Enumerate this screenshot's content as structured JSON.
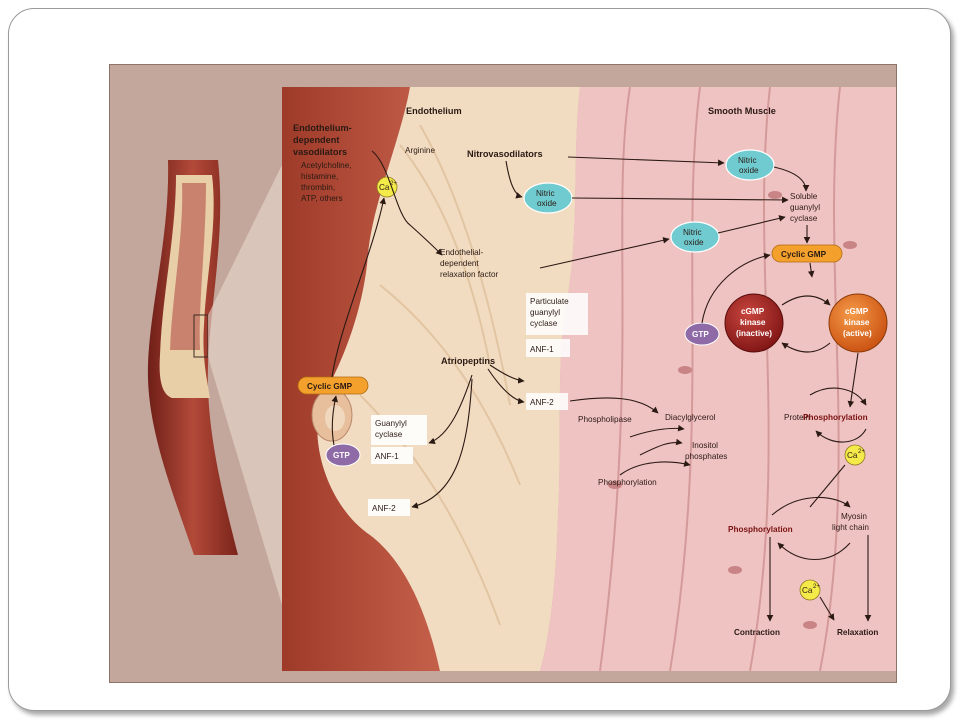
{
  "figure": {
    "labels": {
      "endothelium": "Endothelium",
      "smooth_muscle": "Smooth Muscle",
      "edv_1": "Endothelium-",
      "edv_2": "dependent",
      "edv_3": "vasodilators",
      "agents_1": "Acetylcholine,",
      "agents_2": "histamine,",
      "agents_3": "thrombin,",
      "agents_4": "ATP, others",
      "arginine": "Arginine",
      "nitrovasodilators": "Nitrovasodilators",
      "nitric_1": "Nitric",
      "nitric_2": "oxide",
      "edrf_1": "Endothelial-",
      "edrf_2": "dependent",
      "edrf_3": "relaxation factor",
      "soluble_1": "Soluble",
      "soluble_2": "guanylyl",
      "soluble_3": "cyclase",
      "cyclic_gmp": "Cyclic GMP",
      "kinase_inactive_1": "cGMP",
      "kinase_inactive_2": "kinase",
      "kinase_inactive_3": "(inactive)",
      "kinase_active_1": "cGMP",
      "kinase_active_2": "kinase",
      "kinase_active_3": "(active)",
      "gtp": "GTP",
      "ca": "Ca",
      "ca_sup": "2+",
      "particulate_1": "Particulate",
      "particulate_2": "guanylyl",
      "particulate_3": "cyclase",
      "anf1": "ANF-1",
      "anf2": "ANF-2",
      "atriopeptins": "Atriopeptins",
      "guanylyl_1": "Guanylyl",
      "guanylyl_2": "cyclase",
      "phospholipase": "Phospholipase",
      "diacylglycerol": "Diacylglycerol",
      "inositol_1": "Inositol",
      "inositol_2": "phosphates",
      "phosphorylation": "Phosphorylation",
      "protein": "Protein",
      "myosin_1": "Myosin",
      "myosin_2": "light chain",
      "contraction": "Contraction",
      "relaxation": "Relaxation"
    },
    "colors": {
      "figure_bg": "#c3a79c",
      "endothelial_wall": "#b24a33",
      "endothelium_layer": "#f2dcc1",
      "smooth_muscle": "#f0c3c3",
      "nitric_oxide_node": "#6fcbd0",
      "cyclic_gmp_node": "#f3a12c",
      "gtp_node": "#8e6aa6",
      "ca_node": "#f4ea4a",
      "kinase_inactive": "#9a1f1f",
      "kinase_active": "#e76a18"
    }
  }
}
